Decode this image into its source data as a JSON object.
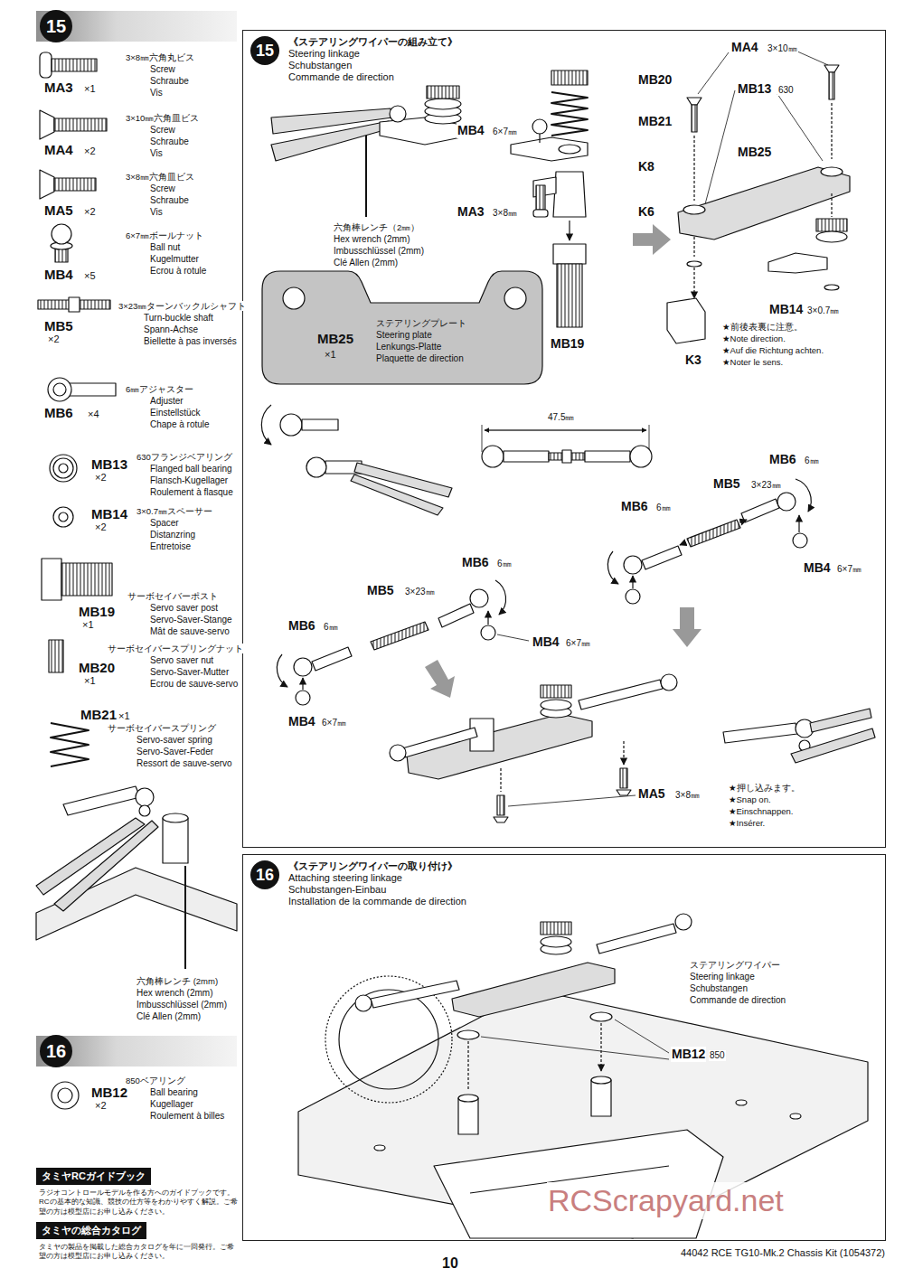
{
  "diagram": {
    "nodes": [
      {
        "text": [
          "15"
        ]
      },
      {
        "text": [
          "15",
          "《ステアリングワイパーの組み立て》",
          "Steering linkage",
          "Schubstangen",
          "Commande de direction"
        ]
      },
      {
        "text": [
          "16",
          "《ステアリングワイパーの取り付け》",
          "Attaching steering linkage",
          "Schubstangen-Einbau",
          "Installation de la commande de direction"
        ]
      },
      {
        "text": [
          "16"
        ]
      },
      {
        "text": [
          "タミヤRCガイドブック"
        ]
      },
      {
        "text": [
          "タミヤの総合カタログ"
        ]
      }
    ],
    "labels": [
      "MA3",
      "×1",
      "3×8㎜六角丸ビス",
      "Screw",
      "Schraube",
      "Vis",
      "MA4",
      "×2",
      "3×10㎜六角皿ビス",
      "Screw",
      "Schraube",
      "Vis",
      "MA5",
      "×2",
      "3×8㎜六角皿ビス",
      "Screw",
      "Schraube",
      "Vis",
      "MB4",
      "×5",
      "6×7㎜ボールナット",
      "Ball nut",
      "Kugelmutter",
      "Ecrou à rotule",
      "MB5",
      "×2",
      "3×23㎜ターンバックルシャフト",
      "Turn-buckle shaft",
      "Spann-Achse",
      "Biellette à pas inversés",
      "MB6",
      "×4",
      "6㎜アジャスター",
      "Adjuster",
      "Einstellstück",
      "Chape à rotule",
      "MB13",
      "×2",
      "630フランジベアリング",
      "Flanged ball bearing",
      "Flansch-Kugellager",
      "Roulement à flasque",
      "MB14",
      "×2",
      "3×0.7㎜スペーサー",
      "Spacer",
      "Distanzring",
      "Entretoise",
      "MB19",
      "×1",
      "サーボセイバーポスト",
      "Servo saver post",
      "Servo-Saver-Stange",
      "Mât de sauve-servo",
      "MB20",
      "×1",
      "サーボセイバースプリングナット",
      "Servo saver nut",
      "Servo-Saver-Mutter",
      "Ecrou de sauve-servo",
      "MB21",
      "×1",
      "サーボセイバースプリング",
      "Servo-saver spring",
      "Servo-Saver-Feder",
      "Ressort de sauve-servo",
      "六角棒レンチ (2mm)",
      "Hex wrench (2mm)",
      "Imbusschlüssel (2mm)",
      "Clé Allen (2mm)",
      "MB12",
      "×2",
      "850ベアリング",
      "Ball bearing",
      "Kugellager",
      "Roulement à billes",
      "ラジオコントロールモデルを作る方へのガイドブックです。RCの基本的な知識、競技の仕方等をわかりやすく解説。ご希望の方は模型店にお申し込みください。",
      "タミヤの製品を掲載した総合カタログを年に一回発行。ご希望の方は模型店にお申し込みください。",
      "MB20",
      "MB21",
      "MB4",
      "6×7㎜",
      "K8",
      "MA3",
      "3×8㎜",
      "K6",
      "MB19",
      "MA4",
      "3×10㎜",
      "MB13",
      "630",
      "MB25",
      "MB14",
      "3×0.7㎜",
      "K3",
      "★前後表裏に注意。",
      "★Note direction.",
      "★Auf die Richtung achten.",
      "★Noter le sens.",
      "六角棒レンチ（2㎜）",
      "Hex wrench (2mm)",
      "Imbusschlüssel (2mm)",
      "Clé Allen (2mm)",
      "MB25",
      "×1",
      "ステアリングプレート",
      "Steering plate",
      "Lenkungs-Platte",
      "Plaquette de direction",
      "47.5㎜",
      "MB6",
      "6㎜",
      "MB5",
      "3×23㎜",
      "MB6",
      "6㎜",
      "MB4",
      "6×7㎜",
      "MB6",
      "6㎜",
      "MB5",
      "3×23㎜",
      "MB6",
      "6㎜",
      "MB4",
      "6×7㎜",
      "MB4",
      "6×7㎜",
      "MA5",
      "3×8㎜",
      "★押し込みます。",
      "★Snap on.",
      "★Einschnappen.",
      "★Insérer.",
      "ステアリングワイパー",
      "Steering linkage",
      "Schubstangen",
      "Commande de direction",
      "MB12",
      "850",
      "44042 RCE TG10-Mk.2 Chassis Kit (1054372)",
      "10",
      "RCScrapyard.net"
    ]
  }
}
